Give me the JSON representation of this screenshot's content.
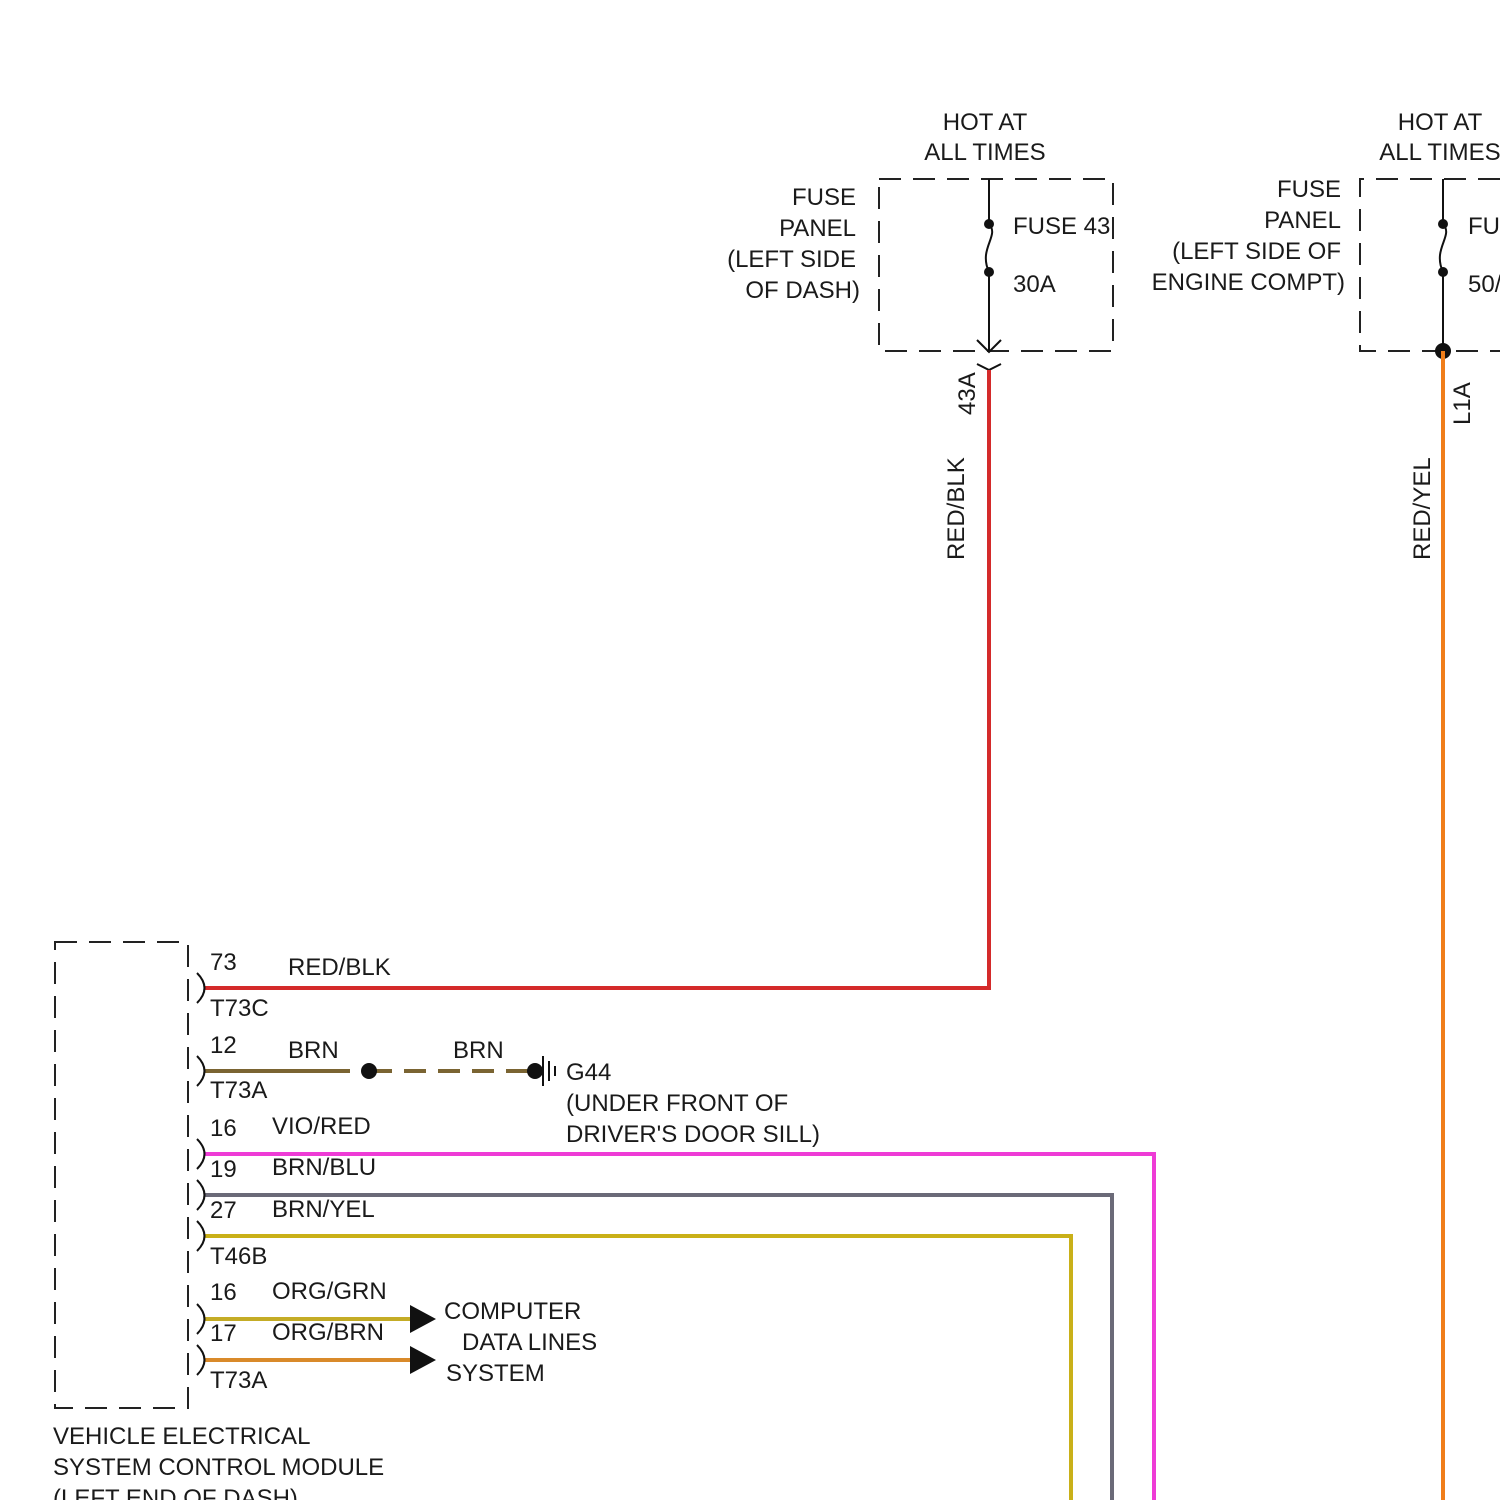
{
  "fuse_43": {
    "hot_label": [
      "HOT AT",
      "ALL TIMES"
    ],
    "location": [
      "FUSE",
      "PANEL",
      "(LEFT SIDE",
      "OF DASH)"
    ],
    "name": "FUSE 43",
    "rating": "30A",
    "circuit": "43A",
    "wire_color": "RED/BLK"
  },
  "fuse_right": {
    "hot_label": [
      "HOT AT",
      "ALL TIMES"
    ],
    "location": [
      "FUSE",
      "PANEL",
      "(LEFT SIDE OF",
      "ENGINE COMPT)"
    ],
    "name_partial": "FU",
    "rating_partial": "50/",
    "circuit": "L1A",
    "wire_color": "RED/YEL"
  },
  "module": {
    "name": [
      "VEHICLE ELECTRICAL",
      "SYSTEM CONTROL MODULE",
      "(LEFT END OF DASH)"
    ],
    "pins": [
      {
        "pin": "73",
        "wire": "RED/BLK",
        "connector": "T73C"
      },
      {
        "pin": "12",
        "wire": "BRN",
        "connector": "T73A"
      },
      {
        "pin": "16",
        "wire": "VIO/RED"
      },
      {
        "pin": "19",
        "wire": "BRN/BLU"
      },
      {
        "pin": "27",
        "wire": "BRN/YEL",
        "connector": "T46B"
      },
      {
        "pin": "16",
        "wire": "ORG/GRN"
      },
      {
        "pin": "17",
        "wire": "ORG/BRN",
        "connector": "T73A"
      }
    ]
  },
  "ground": {
    "wire_color": "BRN",
    "id": "G44",
    "location": [
      "(UNDER FRONT OF",
      "DRIVER'S DOOR SILL)"
    ]
  },
  "data_lines": [
    "COMPUTER",
    "DATA LINES",
    "SYSTEM"
  ],
  "colors": {
    "red_blk": "#d42a2a",
    "red_yel": "#f07e1a",
    "brn": "#7a6432",
    "vio_red": "#ee3bd6",
    "brn_blu": "#6b6a78",
    "brn_yel": "#c9b018",
    "org_grn": "#c4ac26",
    "org_brn": "#d98a2a"
  }
}
